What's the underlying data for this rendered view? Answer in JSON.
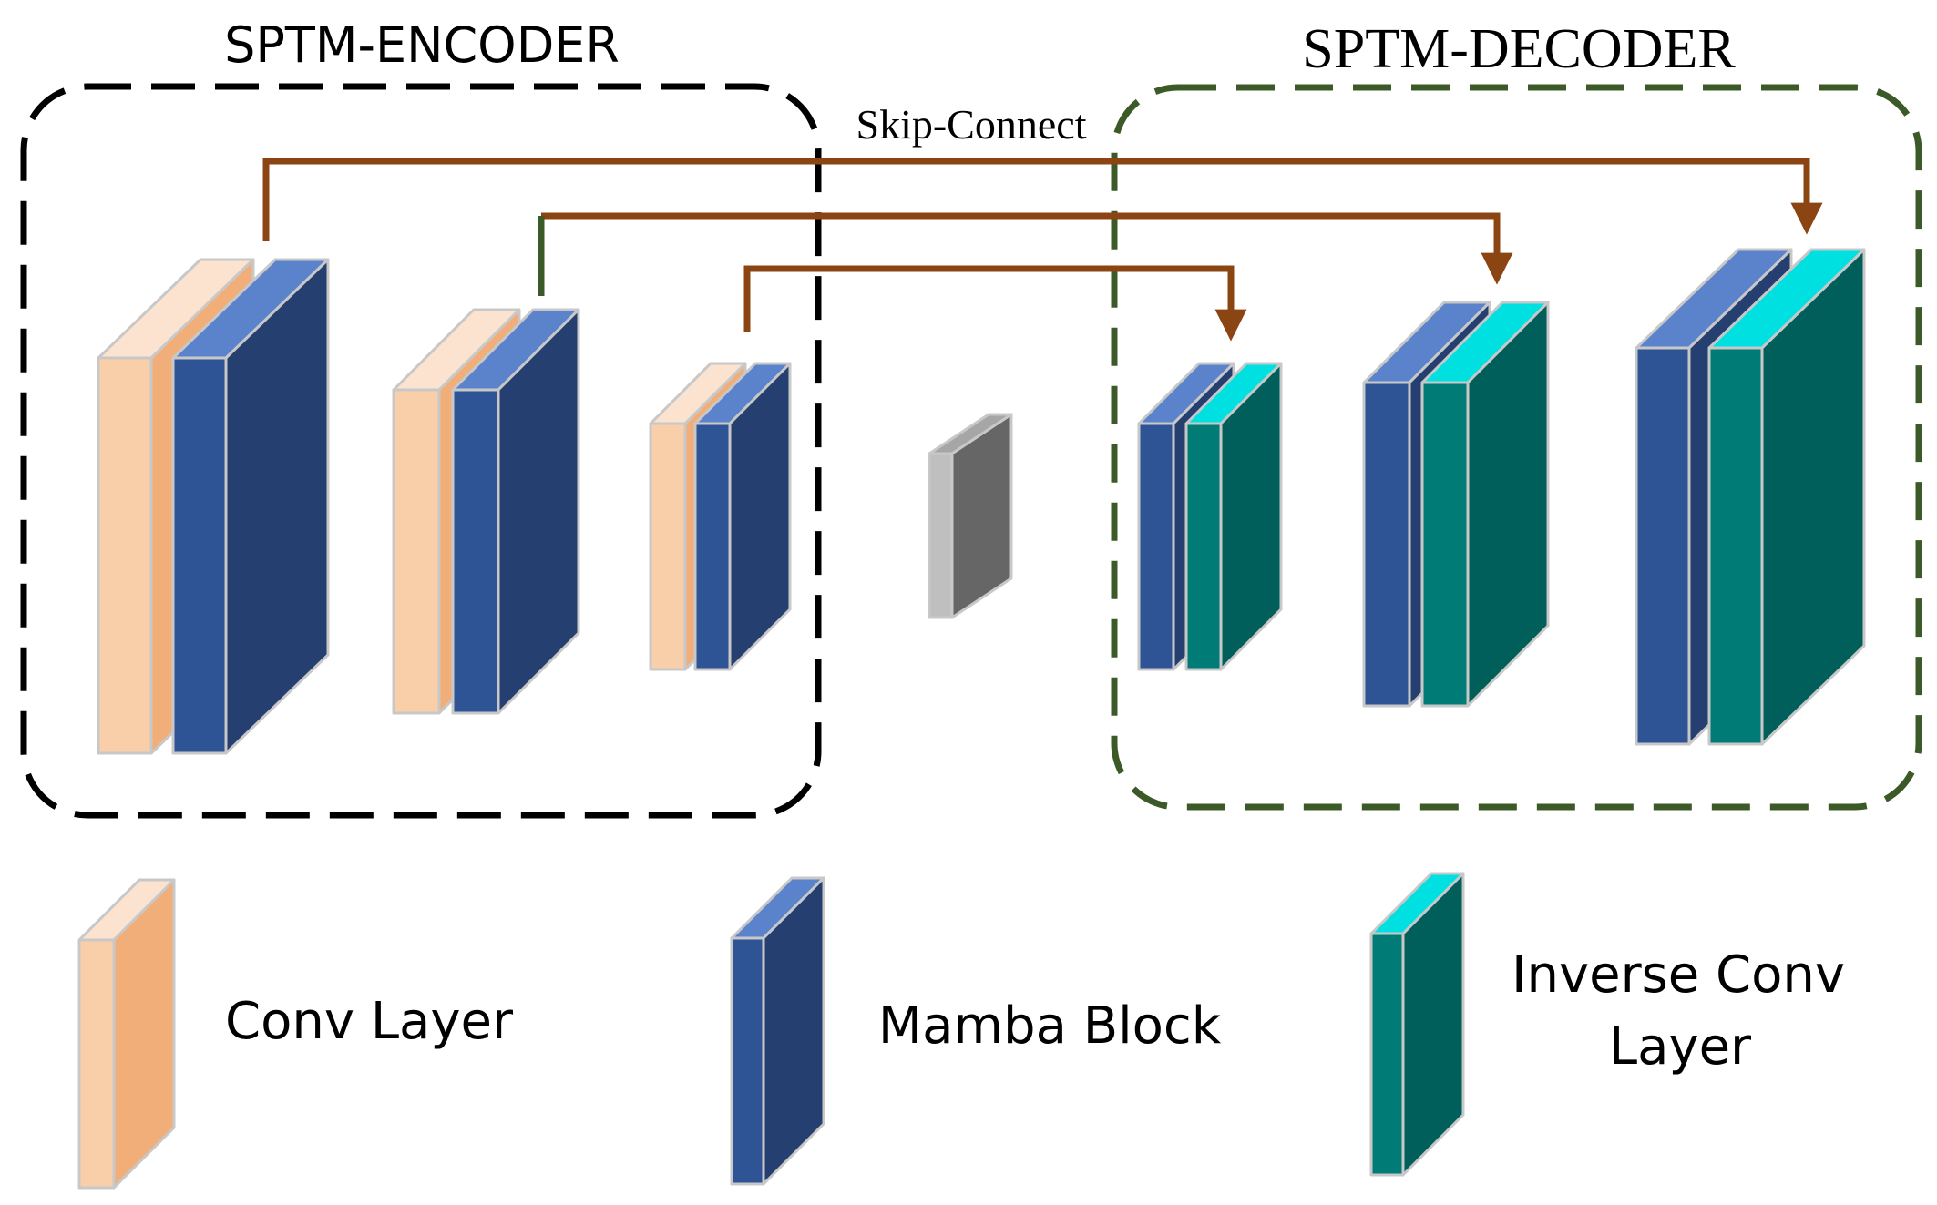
{
  "encoder": {
    "title": "SPTM-ENCODER"
  },
  "decoder": {
    "title": "SPTM-DECODER"
  },
  "skip": {
    "label": "Skip-Connect"
  },
  "legend": {
    "conv": "Conv Layer",
    "mamba": "Mamba Block",
    "inverse_line1": "Inverse Conv",
    "inverse_line2": "Layer"
  },
  "colors": {
    "conv_front": "#f9cfa9",
    "conv_side": "#f2ae78",
    "conv_top": "#fce3cf",
    "mamba_front": "#2f5496",
    "mamba_side": "#243f70",
    "mamba_top": "#5b83cc",
    "inv_front": "#007b76",
    "inv_side": "#005e5b",
    "inv_top": "#00e0e0",
    "bottleneck_front": "#bfbfbf",
    "bottleneck_side": "#666666",
    "bottleneck_top": "#a6a6a6",
    "encoder_border": "#000000",
    "decoder_border": "#3b5a27",
    "skip_arrow": "#8b4513"
  }
}
